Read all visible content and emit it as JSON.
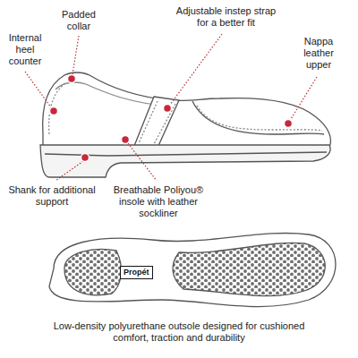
{
  "diagram": {
    "caption": "Low-density polyurethane outsole designed for cushioned comfort, traction and durability",
    "nodes": [
      {
        "text": [
          "Propét"
        ]
      }
    ],
    "labels": [
      "Padded collar",
      "Internal heel counter",
      "Adjustable instep strap for a better fit",
      "Nappa leather upper",
      "Shank for additional support",
      "Breathable Poliyou® insole with leather sockliner"
    ]
  }
}
